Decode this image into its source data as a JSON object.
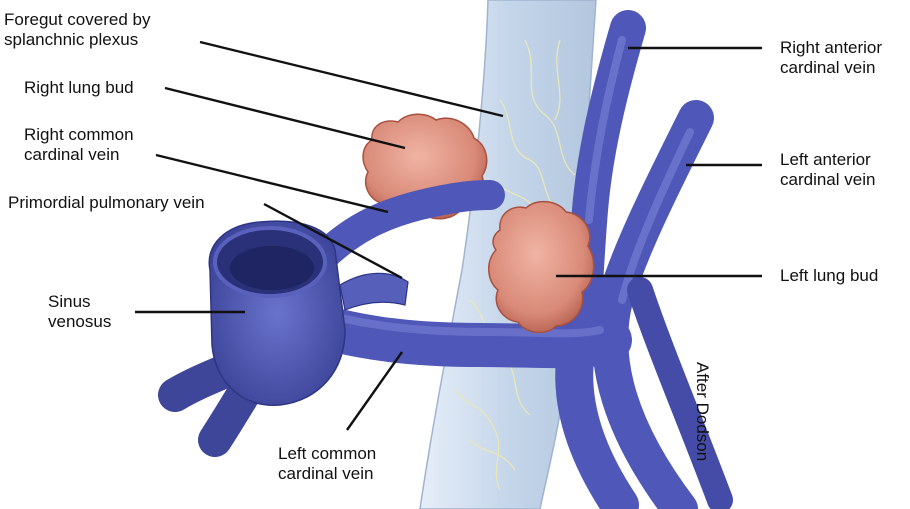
{
  "labels": {
    "foregut": "Foregut covered by\nsplanchnic plexus",
    "right_lung_bud": "Right lung bud",
    "right_common_cardinal": "Right common\ncardinal vein",
    "primordial_pulmonary": "Primordial pulmonary vein",
    "sinus_venosus": "Sinus\nvenosus",
    "left_common_cardinal": "Left common\ncardinal vein",
    "right_anterior_cardinal": "Right anterior\ncardinal vein",
    "left_anterior_cardinal": "Left anterior\ncardinal vein",
    "left_lung_bud": "Left lung bud"
  },
  "credit": "After Dodson",
  "colors": {
    "vein": "#4f58b8",
    "vein_dark": "#2e3585",
    "vein_light": "#7b84d6",
    "foregut": "#c8d8ec",
    "lung_bud": "#d98a78",
    "lung_bud_dark": "#b35c4c",
    "leader_line": "#111111"
  }
}
